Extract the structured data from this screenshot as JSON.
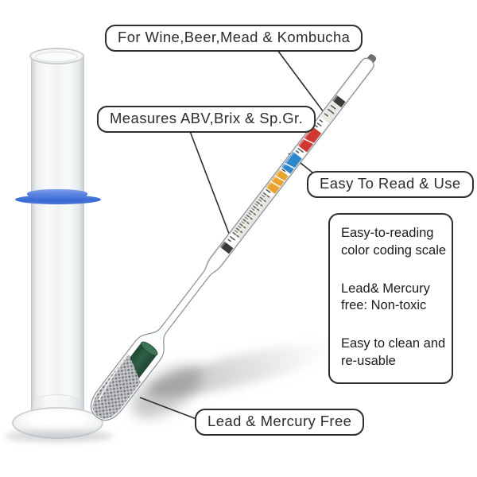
{
  "callouts": {
    "top": "For Wine,Beer,Mead & Kombucha",
    "measures": "Measures ABV,Brix & Sp.Gr.",
    "easy_read": "Easy To Read & Use",
    "lead_free": "Lead & Mercury Free"
  },
  "feature_panel": {
    "items": [
      "Easy-to-reading\ncolor coding scale",
      "Lead& Mercury\nfree: Non-toxic",
      "Easy to clean and\nre-usable"
    ]
  },
  "colors": {
    "line_color": "#2e2e2e",
    "band_red": "#cf3731",
    "band_blue": "#2f87cb",
    "band_orange": "#e9a42e",
    "bulb_green_dark": "#1f4634",
    "bulb_green_mid": "#2f5f47",
    "ring_blue": "#3a6ad4",
    "beads_grey": "#77797d",
    "glass_stroke": "#8e959b"
  }
}
